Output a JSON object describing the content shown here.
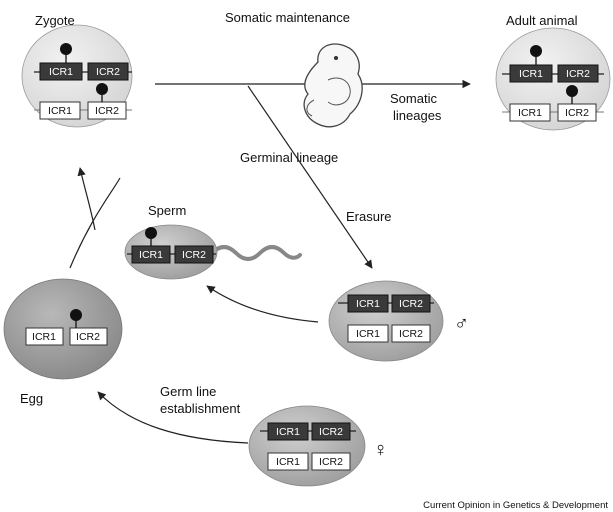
{
  "labels": {
    "zygote": "Zygote",
    "somatic_maintenance": "Somatic maintenance",
    "adult_animal": "Adult animal",
    "somatic_lineages_1": "Somatic",
    "somatic_lineages_2": "lineages",
    "germinal_lineage": "Germinal lineage",
    "erasure": "Erasure",
    "sperm": "Sperm",
    "egg": "Egg",
    "germ_line_1": "Germ line",
    "germ_line_2": "establishment",
    "male_symbol": "♂",
    "female_symbol": "♀",
    "credit": "Current Opinion in Genetics & Development"
  },
  "icr": {
    "icr1": "ICR1",
    "icr2": "ICR2"
  },
  "colors": {
    "cell_light": "#e6e6e6",
    "cell_mid": "#bdbdbd",
    "cell_dark": "#9a9a9a",
    "methylated_box": "#3a3a3a",
    "unmethylated_box": "#ffffff",
    "line": "#222222"
  },
  "icons": {
    "methyl_marker": "lollipop-methylation-icon",
    "embryo": "mouse-embryo-icon",
    "sperm_tail": "wavy-tail-icon"
  }
}
